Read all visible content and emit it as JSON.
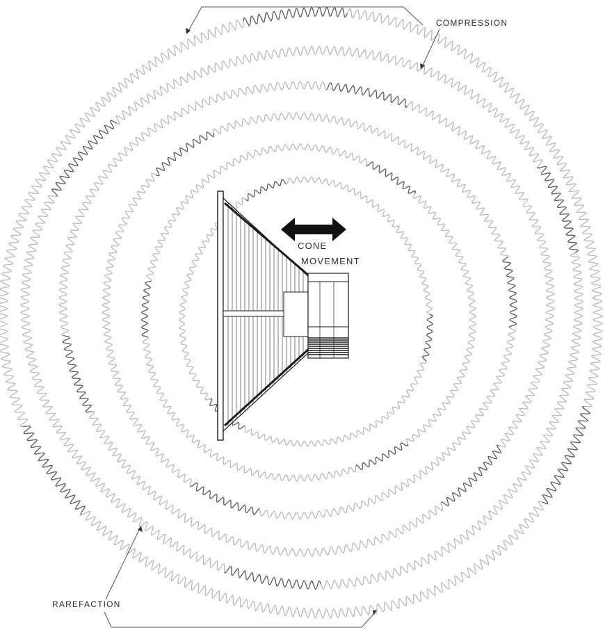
{
  "labels": {
    "compression": "COMPRESSION",
    "rarefaction": "RAREFACTION",
    "cone_line1": "CONE",
    "cone_line2": "MOVEMENT"
  },
  "colors": {
    "wave_light": "#b9b9b9",
    "wave_dark": "#5a5a5a",
    "ink": "#1a1a1a",
    "background": "#ffffff"
  }
}
